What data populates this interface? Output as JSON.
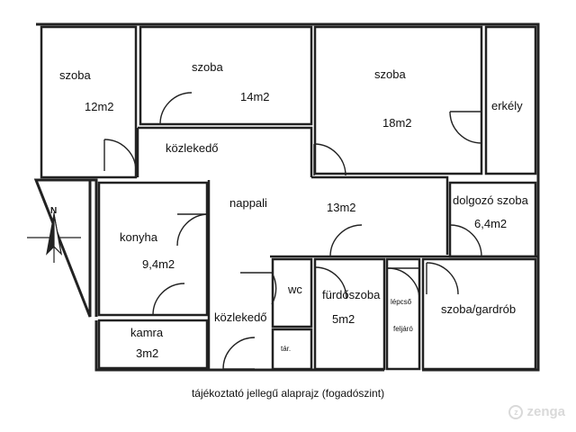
{
  "rooms": {
    "room_1": {
      "name": "szoba",
      "area": "12m2"
    },
    "room_2": {
      "name": "szoba",
      "area": "14m2"
    },
    "room_3": {
      "name": "szoba",
      "area": "18m2"
    },
    "balcony": {
      "name": "erkély"
    },
    "corridor_top": {
      "name": "közlekedő"
    },
    "living": {
      "name": "nappali",
      "area": "13m2"
    },
    "maid_room": {
      "name": "dolgozó szoba",
      "area": "6,4m2"
    },
    "kitchen": {
      "name": "konyha",
      "area": "9,4m2"
    },
    "wc": {
      "name": "wc"
    },
    "bathroom": {
      "name": "fürdőszoba",
      "area": "5m2"
    },
    "stair": {
      "name": "lépcső",
      "sub": "feljáró"
    },
    "wardrobe_room": {
      "name": "szoba/gardrób"
    },
    "pantry": {
      "name": "kamra",
      "area": "3m2"
    },
    "corridor_bottom": {
      "name": "közlekedő"
    },
    "storage": {
      "name": "tár."
    }
  },
  "compass": {
    "north": "N"
  },
  "caption": "tájékoztató jellegű alaprajz (fogadószint)",
  "watermark": "zenga",
  "colors": {
    "wall": "#111111",
    "wall_fill": "#ffffff",
    "line": "#222222",
    "watermark": "#d9d9d9"
  }
}
